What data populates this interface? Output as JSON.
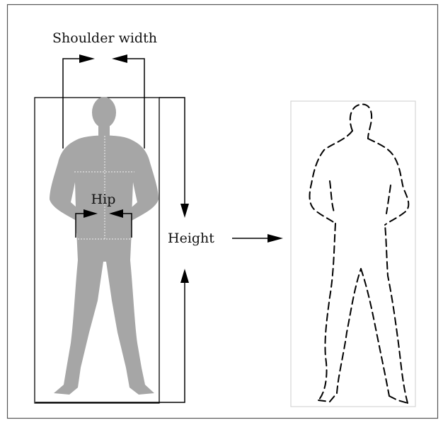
{
  "labels": {
    "shoulder_width": "Shoulder width",
    "hip": "Hip",
    "height": "Height"
  },
  "colors": {
    "frame": "#555555",
    "line": "#000000",
    "silhouette": "#a6a6a6",
    "outline_box": "#cccccc",
    "guide": "#f2f2f2"
  }
}
